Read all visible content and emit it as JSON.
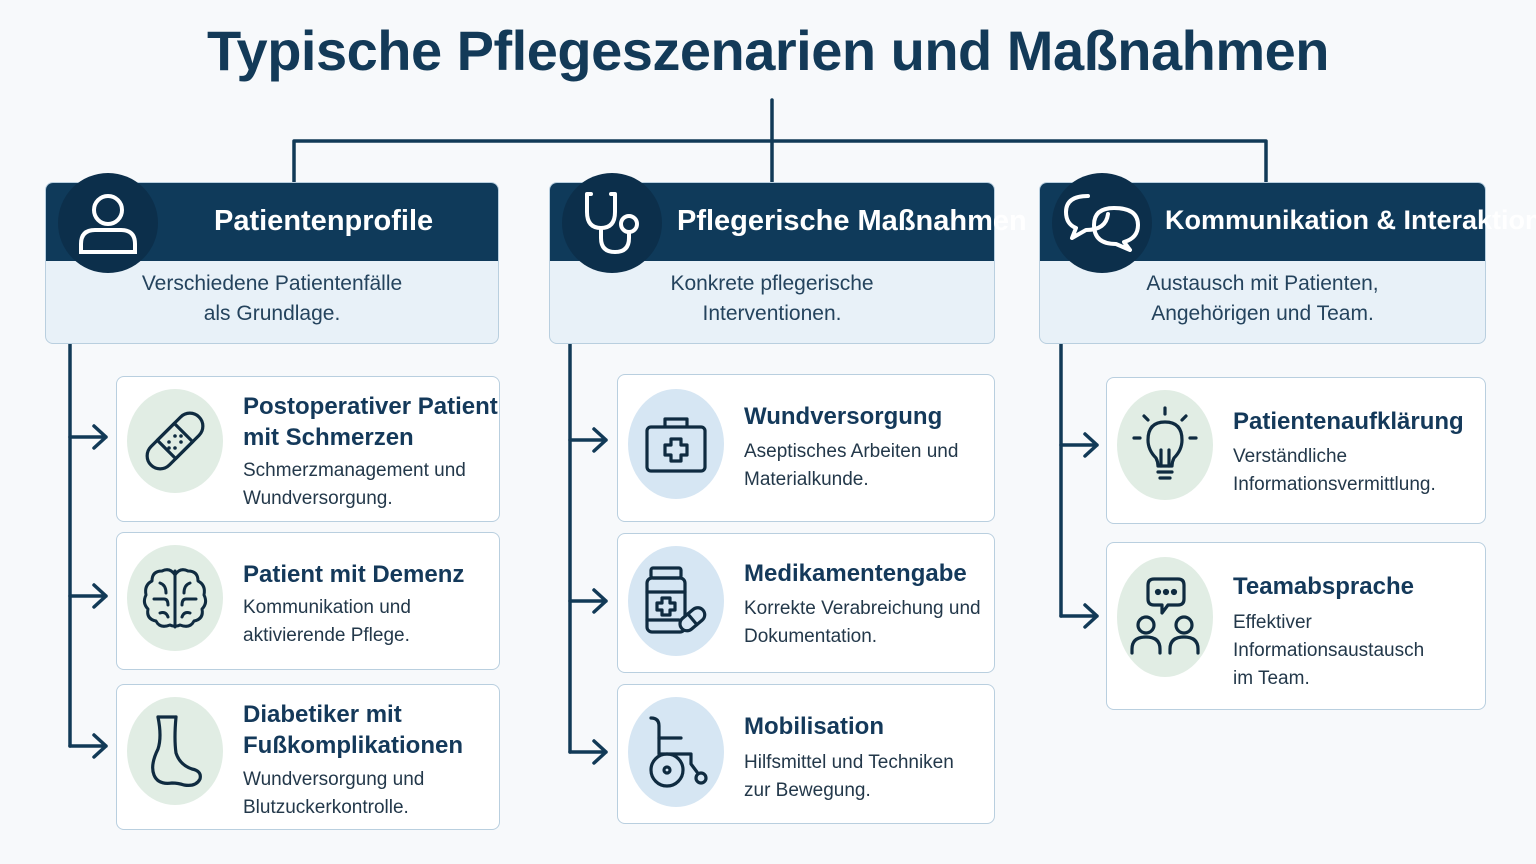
{
  "title": "Typische Pflegeszenarien und Maßnahmen",
  "colors": {
    "navy": "#0f3a5a",
    "light_blue": "#e8f1f8",
    "icon_green": "#e1ede4",
    "icon_blue": "#d6e6f3"
  },
  "columns": [
    {
      "title": "Patientenprofile",
      "icon": "person-icon",
      "desc_line1": "Verschiedene Patientenfälle",
      "desc_line2": "als Grundlage.",
      "cards": [
        {
          "title1": "Postoperativer Patient",
          "title2": "mit Schmerzen",
          "desc1": "Schmerzmanagement und",
          "desc2": "Wundversorgung.",
          "icon": "bandage-icon"
        },
        {
          "title1": "Patient mit Demenz",
          "title2": "",
          "desc1": "Kommunikation und",
          "desc2": "aktivierende Pflege.",
          "icon": "brain-icon"
        },
        {
          "title1": "Diabetiker mit",
          "title2": "Fußkomplikationen",
          "desc1": "Wundversorgung und",
          "desc2": "Blutzuckerkontrolle.",
          "icon": "foot-icon"
        }
      ]
    },
    {
      "title": "Pflegerische Maßnahmen",
      "icon": "stethoscope-icon",
      "desc_line1": "Konkrete pflegerische",
      "desc_line2": "Interventionen.",
      "cards": [
        {
          "title1": "Wundversorgung",
          "desc1": "Aseptisches Arbeiten und",
          "desc2": "Materialkunde.",
          "icon": "first-aid-kit-icon"
        },
        {
          "title1": "Medikamentengabe",
          "desc1": "Korrekte Verabreichung und",
          "desc2": "Dokumentation.",
          "icon": "medication-icon"
        },
        {
          "title1": "Mobilisation",
          "desc1": "Hilfsmittel und Techniken",
          "desc2": "zur Bewegung.",
          "icon": "wheelchair-icon"
        }
      ]
    },
    {
      "title": "Kommunikation & Interaktion",
      "icon": "chat-bubbles-icon",
      "desc_line1": "Austausch mit Patienten,",
      "desc_line2": "Angehörigen und Team.",
      "cards": [
        {
          "title1": "Patientenaufklärung",
          "desc1": "Verständliche",
          "desc2": "Informationsvermittlung.",
          "icon": "lightbulb-icon"
        },
        {
          "title1": "Teamabsprache",
          "desc1": "Effektiver",
          "desc2": "Informationsaustausch",
          "desc3": "im Team.",
          "icon": "team-chat-icon"
        }
      ]
    }
  ]
}
